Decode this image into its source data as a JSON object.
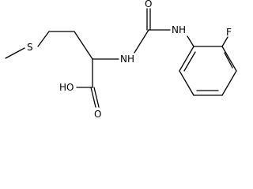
{
  "structure": {
    "atoms": {
      "sulfur": "S",
      "amide_nitrogen": "NH",
      "urea_oxygen": "O",
      "aryl_nitrogen": "NH",
      "fluorine": "F",
      "hydroxyl": "HO",
      "carbonyl_oxygen": "O"
    }
  }
}
